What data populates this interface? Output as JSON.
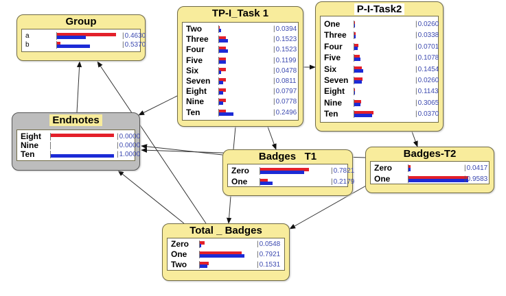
{
  "nodes": {
    "group": {
      "title": "Group",
      "states": [
        {
          "label": "a",
          "value": "0.4630",
          "red": 0.95,
          "blue": 0.47
        },
        {
          "label": "b",
          "value": "0.5370",
          "red": 0.07,
          "blue": 0.53
        }
      ]
    },
    "tp_task1": {
      "title": "TP-I_Task 1",
      "states": [
        {
          "label": "Two",
          "value": "0.0394",
          "red": 0.02,
          "blue": 0.05
        },
        {
          "label": "Three",
          "value": "0.1523",
          "red": 0.13,
          "blue": 0.16
        },
        {
          "label": "Four",
          "value": "0.1523",
          "red": 0.13,
          "blue": 0.16
        },
        {
          "label": "Five",
          "value": "0.1199",
          "red": 0.13,
          "blue": 0.12
        },
        {
          "label": "Six",
          "value": "0.0478",
          "red": 0.12,
          "blue": 0.05
        },
        {
          "label": "Seven",
          "value": "0.0811",
          "red": 0.12,
          "blue": 0.08
        },
        {
          "label": "Eight",
          "value": "0.0797",
          "red": 0.12,
          "blue": 0.08
        },
        {
          "label": "Nine",
          "value": "0.0778",
          "red": 0.12,
          "blue": 0.08
        },
        {
          "label": "Ten",
          "value": "0.2496",
          "red": 0.13,
          "blue": 0.25
        }
      ]
    },
    "p_task2": {
      "title": "P-I-Task2",
      "states": [
        {
          "label": "One",
          "value": "0.0260",
          "red": 0.02,
          "blue": 0.026
        },
        {
          "label": "Three",
          "value": "0.0338",
          "red": 0.03,
          "blue": 0.034
        },
        {
          "label": "Four",
          "value": "0.0701",
          "red": 0.08,
          "blue": 0.07
        },
        {
          "label": "Five",
          "value": "0.1078",
          "red": 0.1,
          "blue": 0.11
        },
        {
          "label": "Six",
          "value": "0.1454",
          "red": 0.13,
          "blue": 0.15
        },
        {
          "label": "Seven",
          "value": "0.0260",
          "red": 0.14,
          "blue": 0.13
        },
        {
          "label": "Eight",
          "value": "0.1143",
          "red": 0.02,
          "blue": 0.026
        },
        {
          "label": "Nine",
          "value": "0.3065",
          "red": 0.12,
          "blue": 0.11
        },
        {
          "label": "Ten",
          "value": "0.0370",
          "red": 0.32,
          "blue": 0.3
        }
      ]
    },
    "endnotes": {
      "title": "Endnotes",
      "states": [
        {
          "label": "Eight",
          "value": "0.0000",
          "red": 1.0,
          "blue": 0.0
        },
        {
          "label": "Nine",
          "value": "0.0000",
          "red": 0.0,
          "blue": 0.0
        },
        {
          "label": "Ten",
          "value": "1.0000",
          "red": 0.0,
          "blue": 1.0
        }
      ]
    },
    "badges_t1": {
      "title": "Badges   T1",
      "states": [
        {
          "label": "Zero",
          "value": "0.7821",
          "red": 0.82,
          "blue": 0.74
        },
        {
          "label": "One",
          "value": "0.2179",
          "red": 0.14,
          "blue": 0.22
        }
      ]
    },
    "badges_t2": {
      "title": "Badges-T2",
      "states": [
        {
          "label": "Zero",
          "value": "0.0417",
          "red": 0.04,
          "blue": 0.04
        },
        {
          "label": "One",
          "value": "0.9583",
          "red": 0.96,
          "blue": 0.96
        }
      ]
    },
    "total_badges": {
      "title": "Total _ Badges",
      "states": [
        {
          "label": "Zero",
          "value": "0.0548",
          "red": 0.1,
          "blue": 0.04
        },
        {
          "label": "One",
          "value": "0.7921",
          "red": 0.75,
          "blue": 0.8
        },
        {
          "label": "Two",
          "value": "0.1531",
          "red": 0.17,
          "blue": 0.15
        }
      ]
    }
  },
  "edges": [
    {
      "from": "endnotes",
      "to": "group"
    },
    {
      "from": "total_badges",
      "to": "group"
    },
    {
      "from": "tp_task1",
      "to": "endnotes"
    },
    {
      "from": "tp_task1",
      "to": "p_task2"
    },
    {
      "from": "tp_task1",
      "to": "badges_t1"
    },
    {
      "from": "p_task2",
      "to": "badges_t2"
    },
    {
      "from": "badges_t1",
      "to": "endnotes"
    },
    {
      "from": "badges_t2",
      "to": "endnotes"
    },
    {
      "from": "badges_t1",
      "to": "total_badges"
    },
    {
      "from": "badges_t2",
      "to": "total_badges"
    },
    {
      "from": "total_badges",
      "to": "endnotes"
    },
    {
      "from": "tp_task1",
      "to": "total_badges"
    }
  ],
  "colors": {
    "node_fill": "#f8ec9c",
    "evidence_fill": "#bdbdbd",
    "bar_red": "#e3202a",
    "bar_blue": "#1c2bd6",
    "value_text": "#3c49b0"
  }
}
